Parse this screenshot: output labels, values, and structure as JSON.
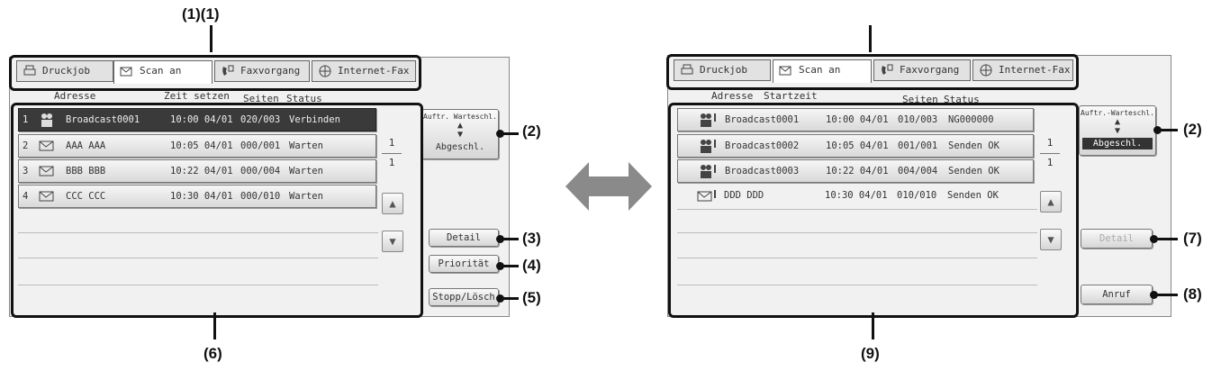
{
  "callouts": {
    "top_left": "(1)(1)",
    "sort_left": "(2)",
    "detail": "(3)",
    "priority": "(4)",
    "stop": "(5)",
    "list_left": "(6)",
    "sort_right": "(2)",
    "detail_right": "(7)",
    "call": "(8)",
    "list_right": "(9)"
  },
  "tabs": [
    {
      "label": "Druckjob",
      "icon": "printer-icon"
    },
    {
      "label": "Scan an",
      "icon": "scan-icon"
    },
    {
      "label": "Faxvorgang",
      "icon": "fax-icon"
    },
    {
      "label": "Internet-Fax",
      "icon": "internet-fax-icon"
    }
  ],
  "left": {
    "headers": {
      "address": "Adresse",
      "time": "Zeit setzen",
      "pages": "Seiten",
      "status": "Status"
    },
    "rows": [
      {
        "num": "1",
        "icon": "broadcast-icon",
        "address": "Broadcast0001",
        "time": "10:00 04/01",
        "pages": "020/003",
        "status": "Verbinden"
      },
      {
        "num": "2",
        "icon": "mail-icon",
        "address": "AAA AAA",
        "time": "10:05 04/01",
        "pages": "000/001",
        "status": "Warten"
      },
      {
        "num": "3",
        "icon": "mail-icon",
        "address": "BBB BBB",
        "time": "10:22 04/01",
        "pages": "000/004",
        "status": "Warten"
      },
      {
        "num": "4",
        "icon": "mail-icon",
        "address": "CCC CCC",
        "time": "10:30 04/01",
        "pages": "000/010",
        "status": "Warten"
      }
    ],
    "sort": {
      "top": "Auftr. Warteschl.",
      "selected": "Abgeschl."
    },
    "page_current": "1",
    "page_total": "1",
    "buttons": {
      "detail": "Detail",
      "priority": "Priorität",
      "stop": "Stopp/Lösch"
    }
  },
  "right": {
    "headers": {
      "address": "Adresse",
      "start": "Startzeit",
      "pages": "Seiten",
      "status": "Status"
    },
    "rows": [
      {
        "icon": "broadcast-icon",
        "address": "Broadcast0001",
        "time": "10:00 04/01",
        "pages": "010/003",
        "status": "NG000000"
      },
      {
        "icon": "broadcast-icon",
        "address": "Broadcast0002",
        "time": "10:05 04/01",
        "pages": "001/001",
        "status": "Senden OK"
      },
      {
        "icon": "broadcast-icon",
        "address": "Broadcast0003",
        "time": "10:22 04/01",
        "pages": "004/004",
        "status": "Senden OK"
      },
      {
        "icon": "mail-icon",
        "address": "DDD DDD",
        "time": "10:30 04/01",
        "pages": "010/010",
        "status": "Senden OK"
      }
    ],
    "sort": {
      "top": "Auftr.-Warteschl.",
      "selected": "Abgeschl."
    },
    "page_current": "1",
    "page_total": "1",
    "buttons": {
      "detail": "Detail",
      "call": "Anruf"
    }
  }
}
